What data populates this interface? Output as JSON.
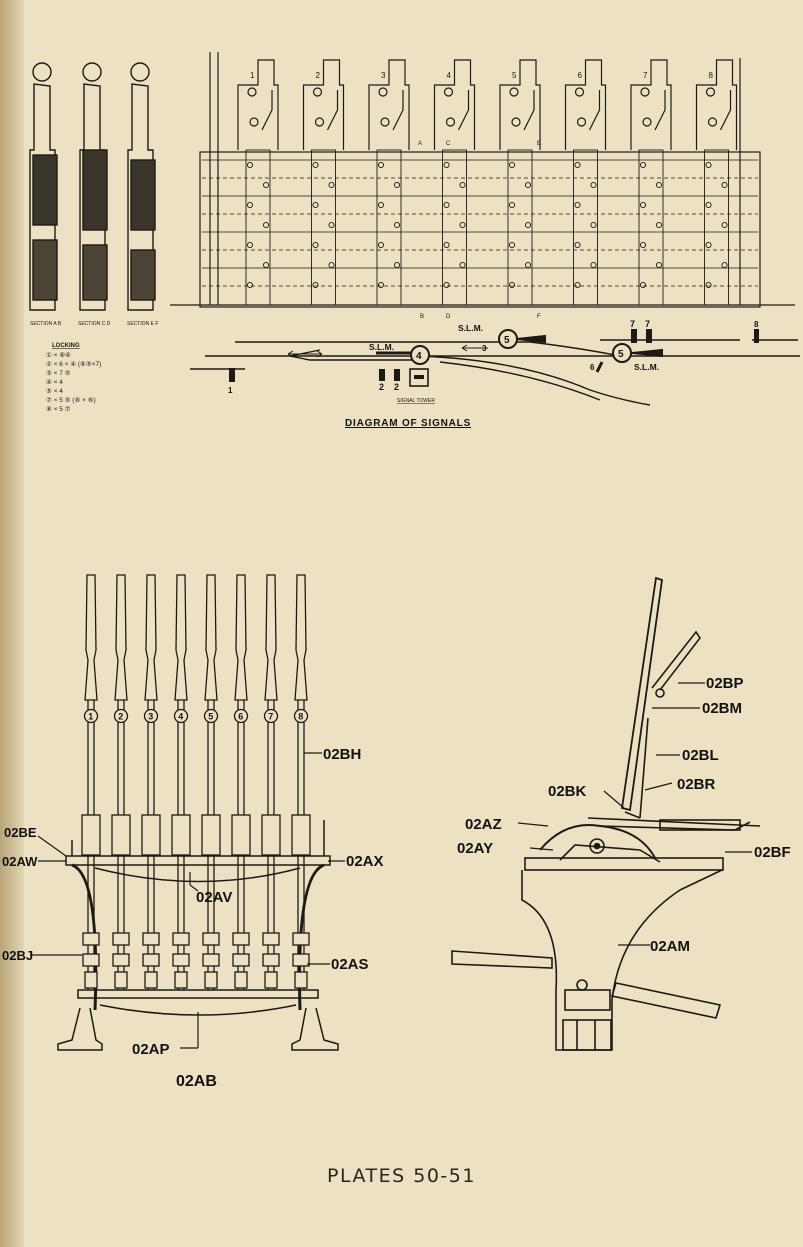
{
  "plate_caption": "PLATES 50-51",
  "top_drawing": {
    "lever_numbers": [
      "1",
      "2",
      "3",
      "4",
      "5",
      "6",
      "7",
      "8"
    ],
    "section_letters_top": [
      "A",
      "C",
      "E"
    ],
    "section_letters_bottom": [
      "B",
      "D",
      "F"
    ],
    "section_labels": [
      "SECTION A B",
      "SECTION C D",
      "SECTION E F"
    ],
    "locking_title": "LOCKING",
    "locking_rows": [
      "① × ⑧④",
      "② × 6 × ④  (⑧⑤×7)",
      "③ × 7 ⑤",
      "④ × 4",
      "⑤ × 4",
      "⑦ × 5 ⑤  (⑧ × ⑥)",
      "⑧ × 5 ⑦"
    ]
  },
  "signal_diagram": {
    "title": "DIAGRAM OF SIGNALS",
    "slm_labels": [
      "S.L.M.",
      "S.L.M.",
      "S.L.M."
    ],
    "circle_numbers": [
      "4",
      "5",
      "5"
    ],
    "signal_numbers": [
      "1",
      "2",
      "2",
      "3",
      "6",
      "7",
      "7",
      "8"
    ],
    "tower_label": "SIGNAL TOWER"
  },
  "bottom_drawing": {
    "lever_numbers": [
      "1",
      "2",
      "3",
      "4",
      "5",
      "6",
      "7",
      "8"
    ],
    "front_view_caption": "02AB",
    "front_labels": {
      "bh": "02BH",
      "be": "02BE",
      "aw": "02AW",
      "ax": "02AX",
      "av": "02AV",
      "bj": "02BJ",
      "as": "02AS",
      "ap": "02AP"
    },
    "side_labels": {
      "bp": "02BP",
      "bm": "02BM",
      "bl": "02BL",
      "bk": "02BK",
      "br": "02BR",
      "az": "02AZ",
      "ay": "02AY",
      "bf": "02BF",
      "am": "02AM"
    }
  }
}
